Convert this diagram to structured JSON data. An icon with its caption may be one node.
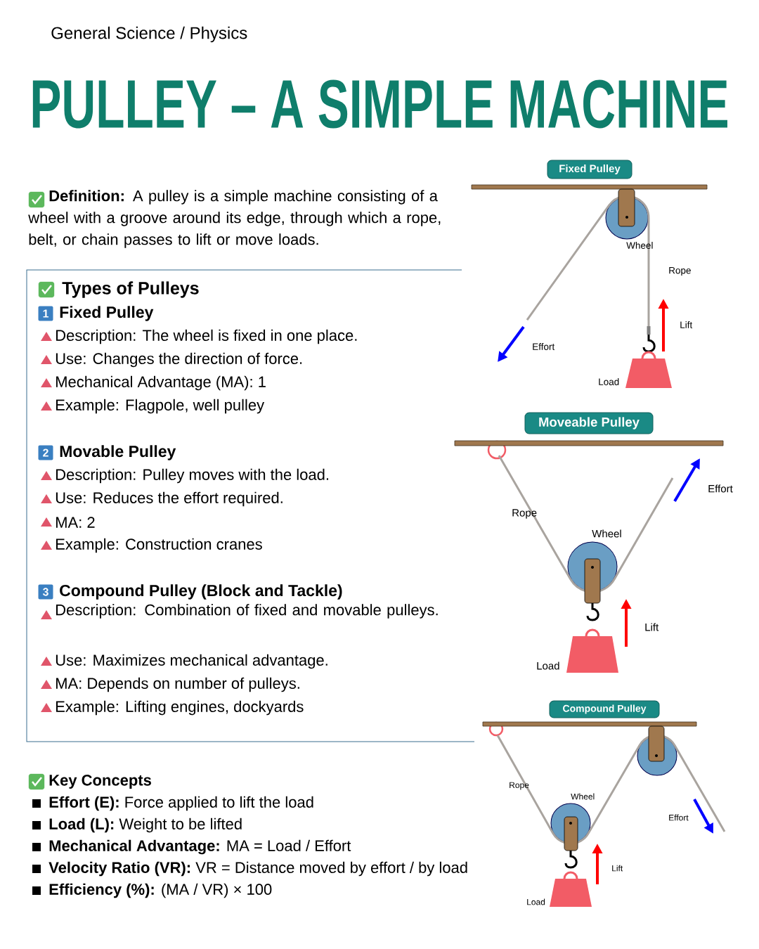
{
  "diagram": {
    "title": "PULLEY – A SIMPLE MACHINE",
    "nodes": [
      {
        "text": [
          "Fixed Pulley"
        ]
      },
      {
        "text": [
          "Types of Pulleys",
          "1",
          "Fixed Pulley",
          "Description: The wheel is fixed in one place.",
          "Use: Changes the direction of force.",
          "Mechanical Advantage (MA): 1",
          "Example: Flagpole, well pulley",
          "2",
          "Movable Pulley",
          "Description: Pulley moves with the load.",
          "Use: Reduces the effort required.",
          "MA: 2",
          "Example: Construction cranes",
          "3",
          "Compound Pulley (Block and Tackle)",
          "Description: Combination of fixed and movable pulleys.",
          "Use: Maximizes mechanical advantage.",
          "MA: Depends on number of pulleys.",
          "Example: Lifting engines, dockyards"
        ]
      },
      {
        "text": [
          "Moveable Pulley"
        ]
      },
      {
        "text": [
          "Compound Pulley"
        ]
      }
    ],
    "labels": [
      "General Science / Physics",
      "**Definition:** A pulley is a simple machine consisting of a wheel with a groove around its edge, through which a rope, belt, or chain passes to lift or move loads.",
      "Wheel",
      "Rope",
      "Lift",
      "Effort",
      "Load",
      "Rope",
      "Effort",
      "Wheel",
      "Lift",
      "Load",
      "Rope",
      "Wheel",
      "Effort",
      "Lift",
      "Load",
      "Key Concepts",
      "**Effort (E):** Force applied to lift the load",
      "**Load (L):** Weight to be lifted",
      "**Mechanical Advantage:** MA = Load / Effort",
      "**Velocity Ratio (VR):** VR = Distance moved by effort / by load",
      "**Efficiency (%):** (MA / VR) × 100"
    ]
  }
}
